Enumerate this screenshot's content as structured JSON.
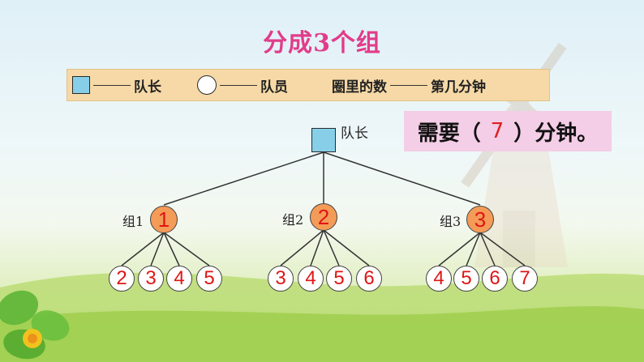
{
  "title": {
    "prefix": "分成",
    "number": "3",
    "suffix": "个组"
  },
  "legend": {
    "leader": "队长",
    "member": "队员",
    "circle_number": "圈里的数",
    "minute": "第几分钟"
  },
  "answer": {
    "before": "需要（",
    "value": "7",
    "after": "）分钟。"
  },
  "tree": {
    "root_label": "队长",
    "groups": [
      {
        "label": "组1",
        "value": "1",
        "members": [
          "2",
          "3",
          "4",
          "5"
        ]
      },
      {
        "label": "组2",
        "value": "2",
        "members": [
          "3",
          "4",
          "5",
          "6"
        ]
      },
      {
        "label": "组3",
        "value": "3",
        "members": [
          "4",
          "5",
          "6",
          "7"
        ]
      }
    ]
  },
  "colors": {
    "title": "#e13c8a",
    "leader_fill": "#87cfe8",
    "group_fill": "#f49b57",
    "number": "#e01515",
    "legend_bg": "#f6d9a6",
    "answer_bg": "#f4cde6"
  }
}
